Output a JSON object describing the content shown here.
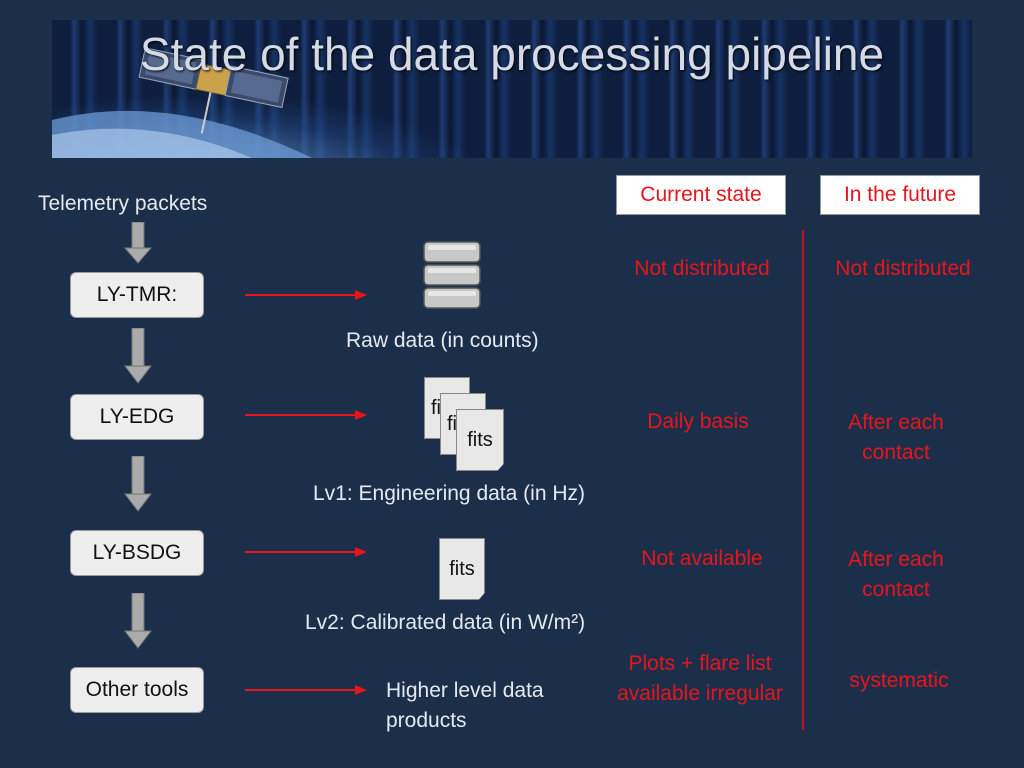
{
  "title": "State of the data processing pipeline",
  "source_label": "Telemetry packets",
  "columns": {
    "current": "Current state",
    "future": "In the future"
  },
  "stages": [
    {
      "name": "LY-TMR:",
      "output": "Raw data (in counts)",
      "current": "Not distributed",
      "future": "Not distributed"
    },
    {
      "name": "LY-EDG",
      "output": "Lv1: Engineering data (in Hz)",
      "current": "Daily basis",
      "future": "After each contact"
    },
    {
      "name": "LY-BSDG",
      "output": "Lv2: Calibrated data (in W/m²)",
      "current": "Not available",
      "future": "After each contact"
    },
    {
      "name": "Other tools",
      "output": "Higher level data products",
      "current": "Plots + flare list available irregular",
      "future": "systematic"
    }
  ],
  "file_label": "fits",
  "colors": {
    "background": "#1b2f4a",
    "accent": "#e8141c",
    "stage_fill": "#eeeeee"
  },
  "icons": [
    "database-icon",
    "fits-file-icon",
    "down-arrow-icon",
    "right-arrow-icon"
  ]
}
